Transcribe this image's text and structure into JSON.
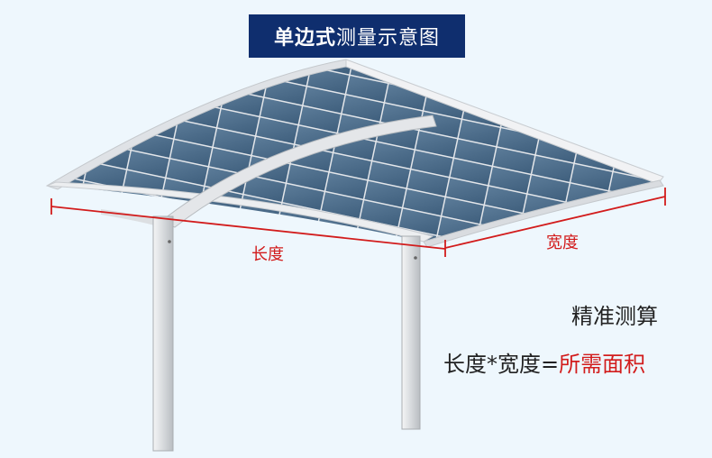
{
  "banner": {
    "title_bold": "单边式",
    "title_rest": "测量示意图"
  },
  "dimensions": {
    "length": "长度",
    "width": "宽度"
  },
  "info": {
    "line1": "精准测算",
    "line2_prefix": "长度*宽度=",
    "line2_result": "所需面积"
  },
  "colors": {
    "banner_bg": "#0f2e6e",
    "measure_red": "#d21c1c",
    "background": "#eef7fd",
    "frame": "#e6e8ea",
    "panel": "#4c6e8c"
  }
}
